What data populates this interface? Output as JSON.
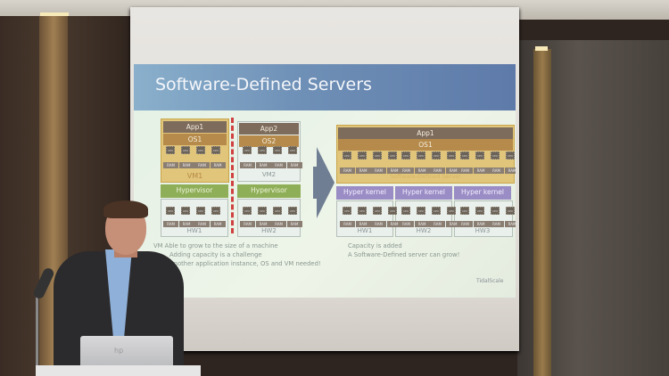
{
  "slide": {
    "title": "Software-Defined Servers",
    "left": {
      "stacks": [
        {
          "app": "App1",
          "os": "OS1",
          "vm": "VM1",
          "hypervisor": "Hypervisor",
          "hw": "HW1"
        },
        {
          "app": "App2",
          "os": "OS2",
          "vm": "VM2",
          "hypervisor": "Hypervisor",
          "hw": "HW2"
        }
      ],
      "bullets": [
        "VM Able to grow to the size of a machine",
        "Adding capacity is a challenge",
        "Another application instance, OS and VM needed!"
      ]
    },
    "right": {
      "app": "App1",
      "os": "OS1",
      "server_label": "Software-Defined Server",
      "kernels": [
        {
          "label": "Hyper kernel",
          "hw": "HW1"
        },
        {
          "label": "Hyper kernel",
          "hw": "HW2"
        },
        {
          "label": "Hyper kernel",
          "hw": "HW3"
        }
      ],
      "bullets": [
        "Capacity is added",
        "A Software-Defined server can grow!"
      ]
    },
    "chip_label": "CPU",
    "ram_label": "RAM",
    "brand": "TidalScale"
  },
  "laptop_logo": "hp"
}
